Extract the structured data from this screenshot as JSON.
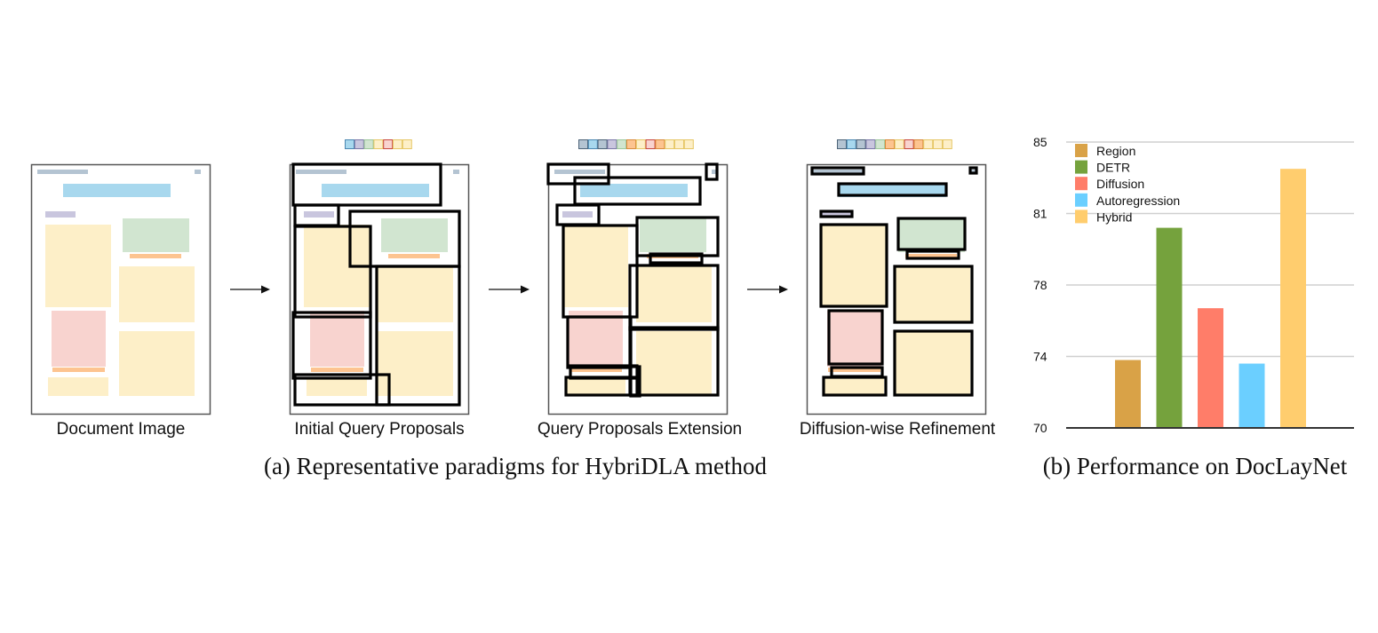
{
  "figure": {
    "panel_a": {
      "caption": "(a) Representative paradigms for HybriDLA method",
      "stages": [
        {
          "label": "Document Image",
          "query_tokens": []
        },
        {
          "label": "Initial Query Proposals",
          "query_tokens": [
            "blue",
            "purple",
            "green",
            "yellow",
            "red",
            "yellow",
            "yellow"
          ]
        },
        {
          "label": "Query Proposals Extension",
          "query_tokens": [
            "slate",
            "blue",
            "slate",
            "purple",
            "green",
            "orange",
            "yellow",
            "red",
            "orange",
            "yellow",
            "yellow",
            "yellow"
          ]
        },
        {
          "label": "Diffusion-wise Refinement",
          "query_tokens": [
            "slate",
            "blue",
            "slate",
            "purple",
            "green",
            "orange",
            "yellow",
            "red",
            "orange",
            "yellow",
            "yellow",
            "yellow"
          ]
        }
      ],
      "arrow_icon": "right-arrow-icon",
      "region_colors": {
        "slate": "#b4c4d2",
        "blue": "#a8d8ee",
        "purple": "#c9c6de",
        "green": "#d1e5d0",
        "yellow": "#fdefc8",
        "red": "#f8d3cf",
        "orange": "#fdc490"
      },
      "token_border_colors": {
        "slate": "#4d6378",
        "blue": "#4a86b0",
        "purple": "#7b78a8",
        "green": "#9cc79a",
        "yellow": "#e6c766",
        "red": "#c8473d",
        "orange": "#d98a3a"
      }
    },
    "panel_b": {
      "caption": "(b) Performance on DocLayNet"
    }
  },
  "chart_data": {
    "type": "bar",
    "title": "Performance on DocLayNet",
    "xlabel": "",
    "ylabel": "",
    "categories": [
      "Region",
      "DETR",
      "Diffusion",
      "Autoregression",
      "Hybrid"
    ],
    "values": [
      73.8,
      80.4,
      76.7,
      73.6,
      83.5
    ],
    "colors": [
      "#d9a247",
      "#75a23d",
      "#ff7d69",
      "#6bcfff",
      "#ffcd6e"
    ],
    "yticks": [
      70,
      74,
      78,
      81,
      85
    ],
    "ylim": [
      70,
      85
    ],
    "grid": true,
    "legend": {
      "placement": "top-left",
      "entries": [
        "Region",
        "DETR",
        "Diffusion",
        "Autoregression",
        "Hybrid"
      ]
    }
  }
}
